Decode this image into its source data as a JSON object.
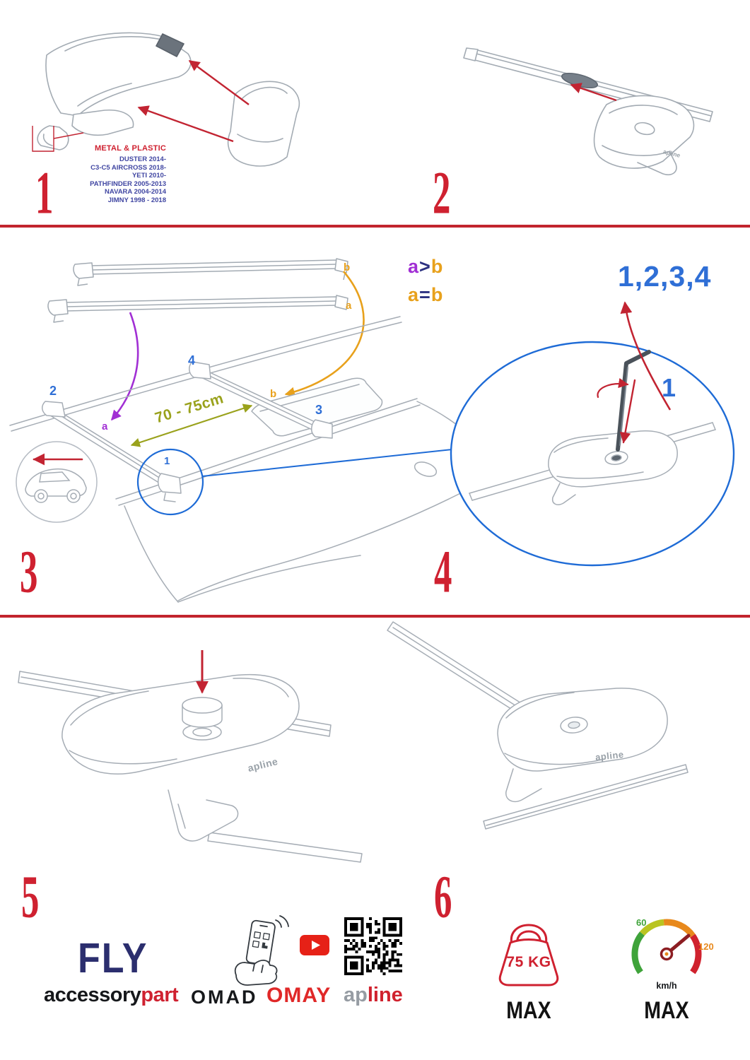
{
  "colors": {
    "accent_red": "#cf2130",
    "blue": "#2f6fd6",
    "purple": "#a12fd4",
    "orange": "#e8a11c",
    "olive": "#9aa21c",
    "navy_text": "#4046a2",
    "brand_navy": "#2b2e6e"
  },
  "steps": {
    "s1": {
      "number": "1",
      "material": "METAL & PLASTIC",
      "models": [
        "DUSTER 2014-",
        "C3-C5 AIRCROSS 2018-",
        "YETI 2010-",
        "PATHFINDER 2005-2013",
        "NAVARA 2004-2014",
        "JIMNY 1998 - 2018"
      ]
    },
    "s2": {
      "number": "2"
    },
    "s3": {
      "number": "3",
      "bar_label_top": "b",
      "bar_label_bottom": "a",
      "rule1": {
        "a": "a",
        "op": ">",
        "b": "b"
      },
      "rule2": {
        "a": "a",
        "op": "=",
        "b": "b"
      },
      "distance": "70 - 75cm",
      "pos_front_left": "2",
      "pos_rear_left": "4",
      "pos_rear_right": "3",
      "pos_front_right": "1",
      "roof_a": "a",
      "roof_b": "b"
    },
    "s4": {
      "number": "4",
      "sequence": "1,2,3,4",
      "first": "1"
    },
    "s5": {
      "number": "5"
    },
    "s6": {
      "number": "6"
    }
  },
  "footer": {
    "product": "FLY",
    "brand_accessory": "accessory",
    "brand_part": "part",
    "brand_omad": "OMAD",
    "brand_omay": "OMAY",
    "brand_apline_prefix": "ap",
    "brand_apline_suffix": "line",
    "foot_logo": "apline",
    "weight": {
      "value": "75 KG",
      "max": "MAX"
    },
    "speed": {
      "tick_low": "60",
      "tick_high": "120",
      "unit": "km/h",
      "max": "MAX"
    }
  }
}
